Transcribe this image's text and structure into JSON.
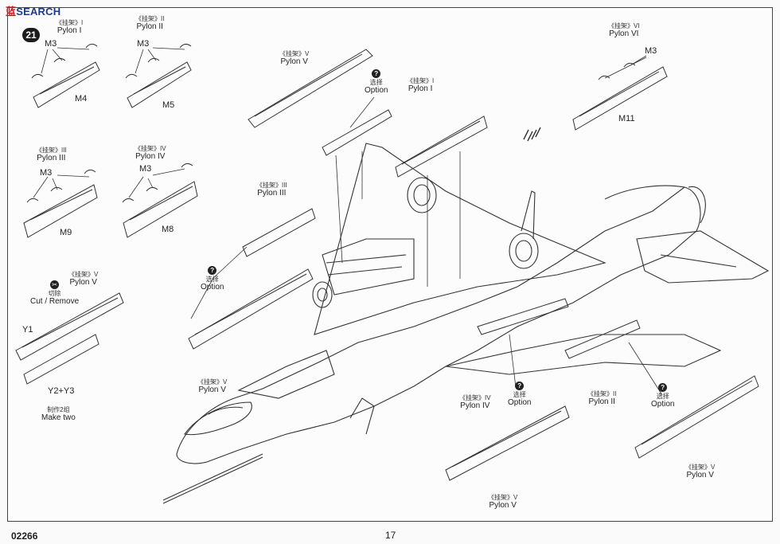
{
  "brand": {
    "cn": "蓝",
    "en": "SEARCH"
  },
  "step_number": "21",
  "catalog_number": "02266",
  "page_number": "17",
  "labels": {
    "pylon_1_top": {
      "cn": "《挂架》I",
      "en": "Pylon I"
    },
    "pylon_2_top": {
      "cn": "《挂架》II",
      "en": "Pylon II"
    },
    "pylon_5_top": {
      "cn": "《挂架》V",
      "en": "Pylon V"
    },
    "pylon_1_right": {
      "cn": "《挂架》I",
      "en": "Pylon I"
    },
    "pylon_6": {
      "cn": "《挂架》VI",
      "en": "Pylon VI"
    },
    "pylon_3_left": {
      "cn": "《挂架》III",
      "en": "Pylon III"
    },
    "pylon_4_left": {
      "cn": "《挂架》IV",
      "en": "Pylon IV"
    },
    "pylon_3_mid": {
      "cn": "《挂架》III",
      "en": "Pylon III"
    },
    "pylon_5_left": {
      "cn": "《挂架》V",
      "en": "Pylon V"
    },
    "pylon_5_lower": {
      "cn": "《挂架》V",
      "en": "Pylon V"
    },
    "pylon_4_lower": {
      "cn": "《挂架》IV",
      "en": "Pylon IV"
    },
    "pylon_2_lower": {
      "cn": "《挂架》II",
      "en": "Pylon II"
    },
    "pylon_5_bottom": {
      "cn": "《挂架》V",
      "en": "Pylon V"
    },
    "pylon_5_right": {
      "cn": "《挂架》V",
      "en": "Pylon V"
    }
  },
  "options": {
    "top": {
      "cn": "选择",
      "en": "Option"
    },
    "mid": {
      "cn": "选择",
      "en": "Option"
    },
    "lower": {
      "cn": "选择",
      "en": "Option"
    },
    "right": {
      "cn": "选择",
      "en": "Option"
    }
  },
  "option_icon_glyph": "?",
  "cut": {
    "cn": "切除",
    "en": "Cut / Remove"
  },
  "make_two": {
    "cn": "制作2组",
    "en": "Make two"
  },
  "parts": {
    "m3_a": "M3",
    "m3_b": "M3",
    "m3_c": "M3",
    "m3_d": "M3",
    "m3_e": "M3",
    "m4": "M4",
    "m5": "M5",
    "m9": "M9",
    "m8": "M8",
    "m11": "M11",
    "y1": "Y1",
    "y2y3": "Y2+Y3"
  }
}
